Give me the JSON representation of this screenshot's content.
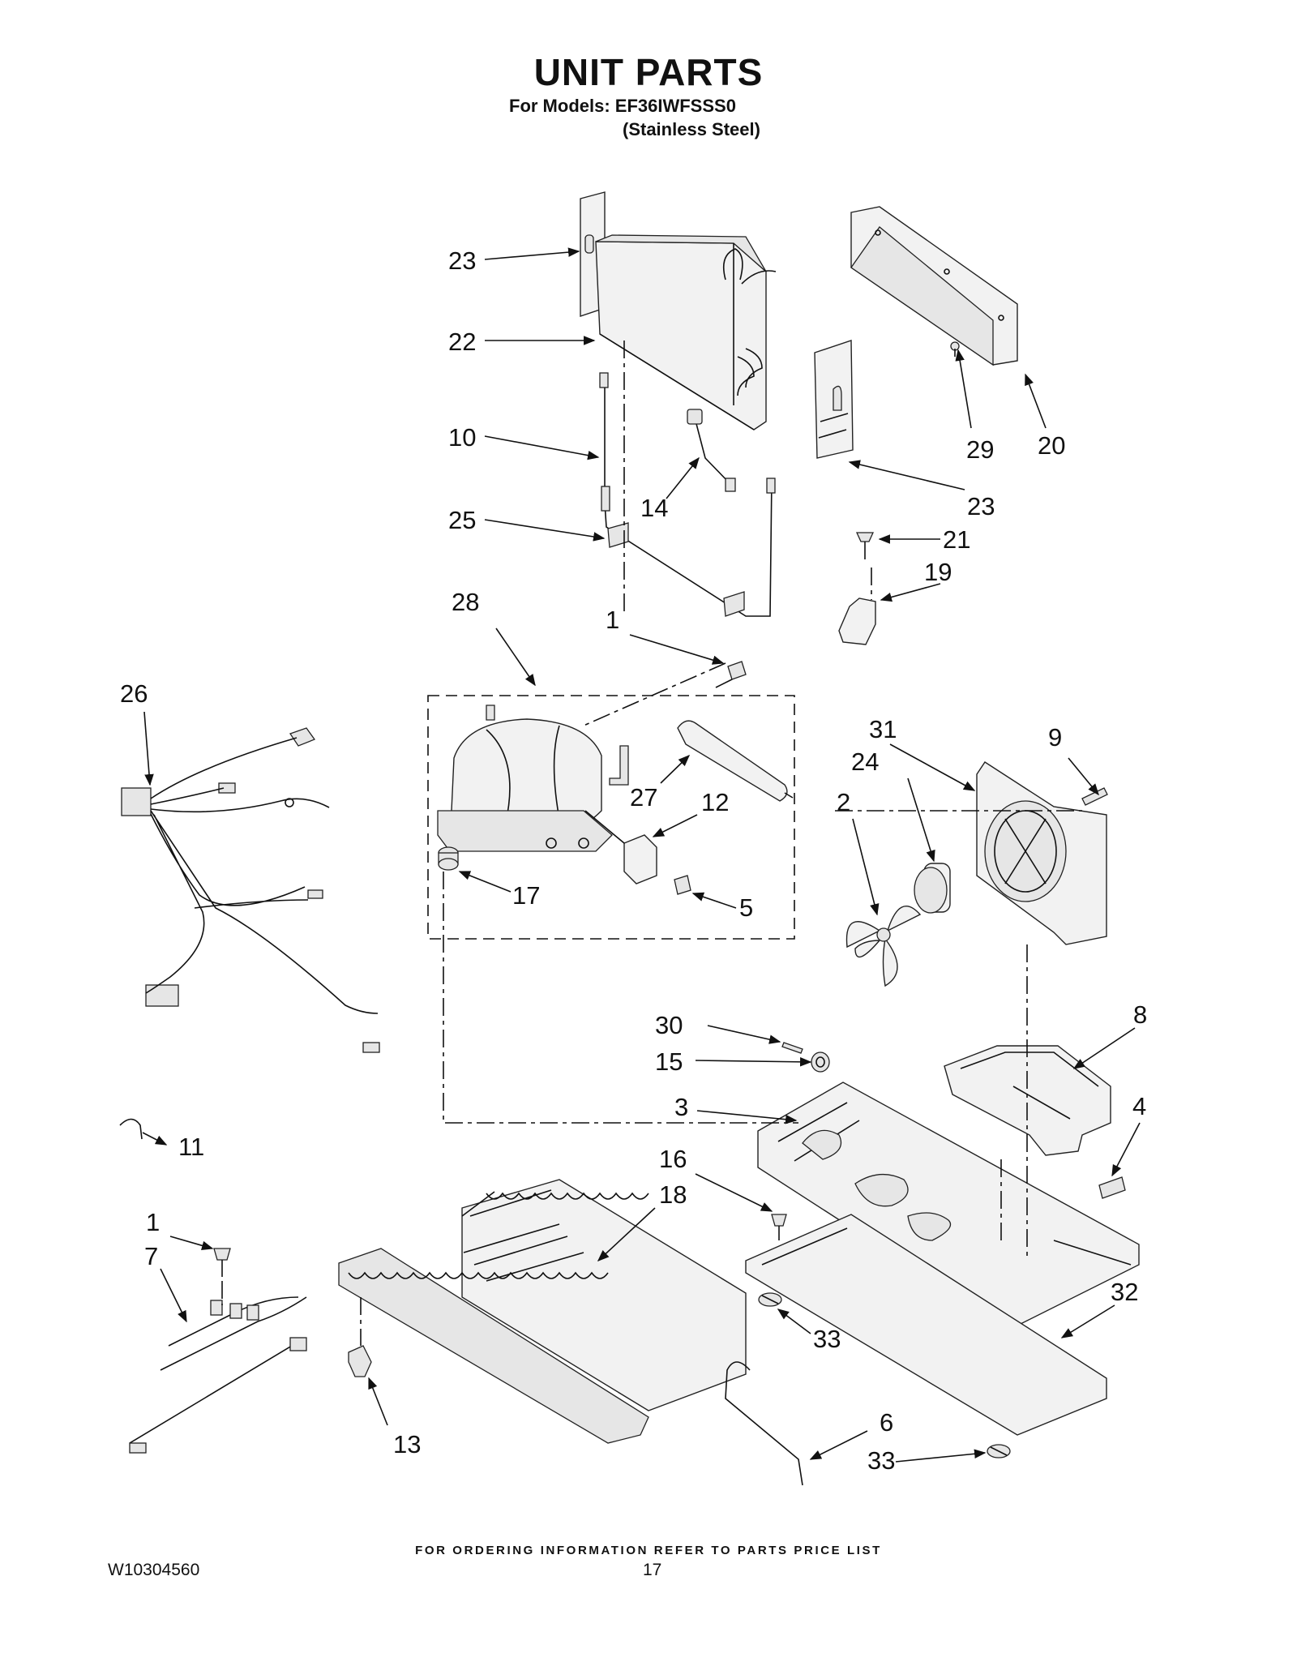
{
  "header": {
    "title": "UNIT PARTS",
    "models": "For Models: EF36IWFSSS0",
    "finish": "(Stainless Steel)"
  },
  "callouts": [
    "1",
    "1",
    "2",
    "3",
    "4",
    "5",
    "6",
    "7",
    "8",
    "9",
    "10",
    "11",
    "12",
    "13",
    "14",
    "15",
    "16",
    "17",
    "18",
    "19",
    "20",
    "21",
    "22",
    "23",
    "23",
    "24",
    "25",
    "26",
    "27",
    "28",
    "29",
    "30",
    "31",
    "32",
    "33",
    "33"
  ],
  "footer": {
    "note": "FOR ORDERING INFORMATION REFER TO PARTS PRICE LIST",
    "doc_number": "W10304560",
    "page_number": "17"
  }
}
